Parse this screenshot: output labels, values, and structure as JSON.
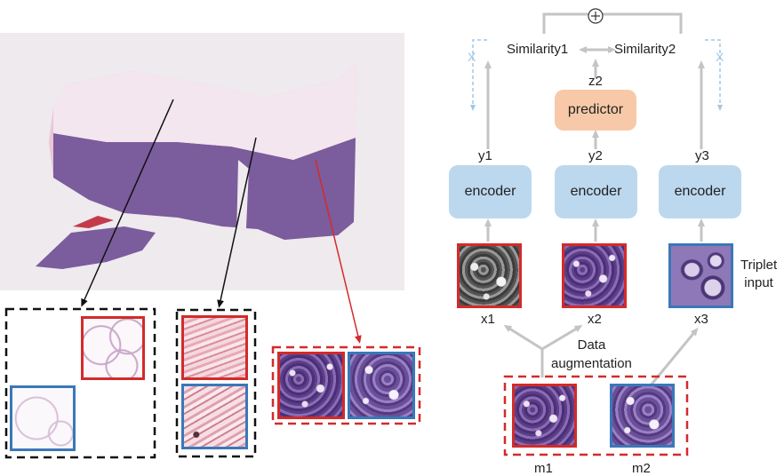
{
  "diagram": {
    "labels": {
      "similarity1": "Similarity1",
      "similarity2": "Similarity2",
      "plus": "⊕",
      "z2": "z2",
      "predictor": "predictor",
      "y1": "y1",
      "y2": "y2",
      "y3": "y3",
      "encoder": "encoder",
      "triplet_input": "Triplet\ninput",
      "x1": "x1",
      "x2": "x2",
      "x3": "x3",
      "data_augmentation": "Data\naugmentation",
      "m1": "m1",
      "m2": "m2",
      "stop_gradient": "X"
    },
    "colors": {
      "encoder": "#bcd8ee",
      "predictor": "#f7c9a8",
      "red_border": "#d42a2a",
      "blue_border": "#3a78b8",
      "arrow_gray": "#c4c4c4",
      "stop_grad": "#9ec8e8",
      "slide_light": "#eeeaee",
      "tissue_pink": "#e9c6d8",
      "tissue_purple": "#7b5c9c"
    }
  }
}
